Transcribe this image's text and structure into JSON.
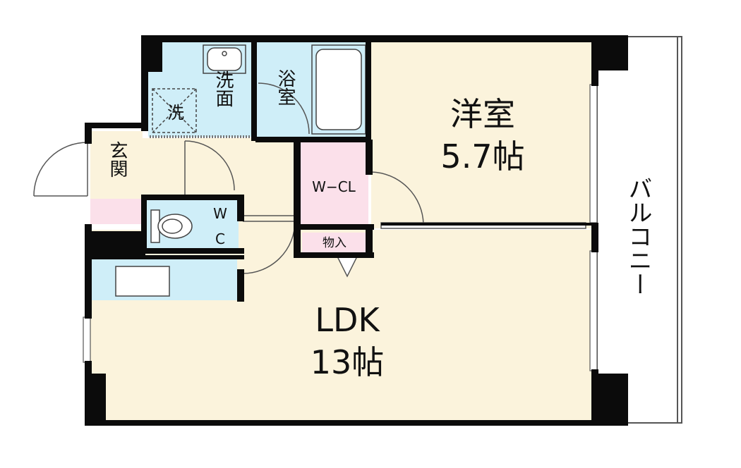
{
  "colors": {
    "wall": "#0b0b0b",
    "floor_beige": "#fbf3dc",
    "wet_blue": "#cfeef8",
    "closet_pink": "#fbe0ea",
    "balcony": "#ffffff",
    "line": "#333333"
  },
  "rooms": {
    "ldk_name": "LDK",
    "ldk_size": "13帖",
    "western_name": "洋室",
    "western_size": "5.7帖",
    "washroom": "洗面",
    "washer": "洗",
    "bath": "浴室",
    "entrance": "玄関",
    "toilet_top": "W",
    "toilet_bottom": "C",
    "walkin_closet": "W−CL",
    "storage": "物入",
    "balcony": "バルコニー"
  }
}
